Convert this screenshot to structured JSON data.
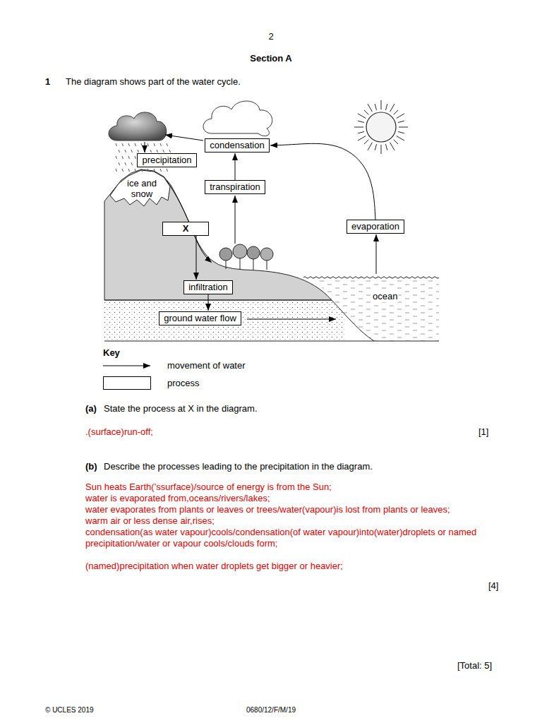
{
  "diagram": {
    "title": "Section A",
    "nodes": [
      {
        "text": [
          "precipitation"
        ]
      },
      {
        "text": [
          "condensation"
        ]
      },
      {
        "text": [
          "transpiration"
        ]
      },
      {
        "text": [
          "X"
        ]
      },
      {
        "text": [
          "evaporation"
        ]
      },
      {
        "text": [
          "infiltration"
        ]
      },
      {
        "text": [
          "ground water flow"
        ]
      }
    ],
    "edges": [
      {
        "from": 2,
        "to": 1,
        "arrow": "to"
      },
      {
        "from": 4,
        "to": 1,
        "arrow": "to"
      },
      {
        "from": 3,
        "to": 5,
        "arrow": "to"
      },
      {
        "from": 5,
        "to": 6,
        "arrow": "to"
      }
    ],
    "labels": [
      "2",
      "1",
      "The diagram shows part of the water cycle.",
      "ice and snow",
      "ocean",
      "Key",
      "(a)",
      "State the process at X in the diagram.",
      ".(surface)run-off;",
      "[1]",
      "(b)",
      "Describe the processes leading to the precipitation in the diagram.",
      "Sun heats Earth(’ssurface)/source of energy is from the Sun;",
      "water is evaporated from,oceans/rivers/lakes;",
      "water evaporates from plants or leaves or trees/water(vapour)is lost from plants or leaves;",
      "warm air or less dense air,rises;",
      "condensation(as water vapour)cools/condensation(of water vapour)into(water)droplets or named precipitation/water or vapour cools/clouds form;",
      "(named)precipitation when water droplets get bigger or heavier;",
      "[4]",
      "[Total: 5]",
      "© UCLES 2019",
      "0680/12/F/M/19"
    ],
    "legend": [
      {
        "text": "movement of water"
      },
      {
        "text": "process"
      }
    ]
  }
}
